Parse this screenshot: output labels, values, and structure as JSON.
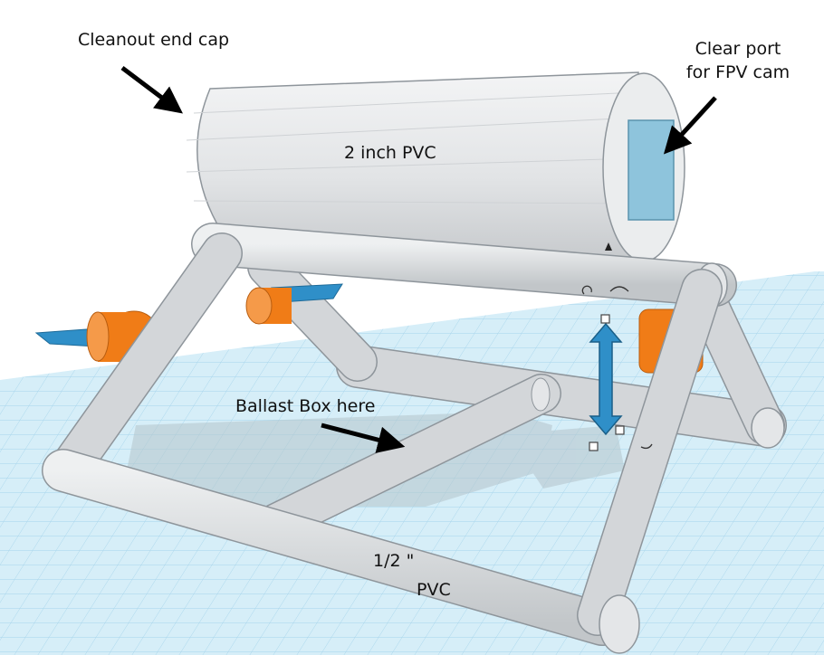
{
  "labels": {
    "cleanout": "Cleanout end cap",
    "clear_port_line1": "Clear port",
    "clear_port_line2": "for FPV cam",
    "main_tube": "2 inch PVC",
    "ballast": "Ballast Box here",
    "frame_line1": "1/2 \"",
    "frame_line2": "PVC"
  },
  "colors": {
    "grid_bg": "#d6eef8",
    "grid_line": "#a9d6ec",
    "pipe": "#d3d6d9",
    "pipe_edge": "#8e959b",
    "motor": "#f07c17",
    "propeller": "#2f8fc8",
    "port": "#8ec4dc",
    "shadow": "#b4c4cb"
  },
  "icons": [
    "move-arrow-icon",
    "rotate-icon",
    "handle-icon",
    "cone-marker-icon"
  ]
}
